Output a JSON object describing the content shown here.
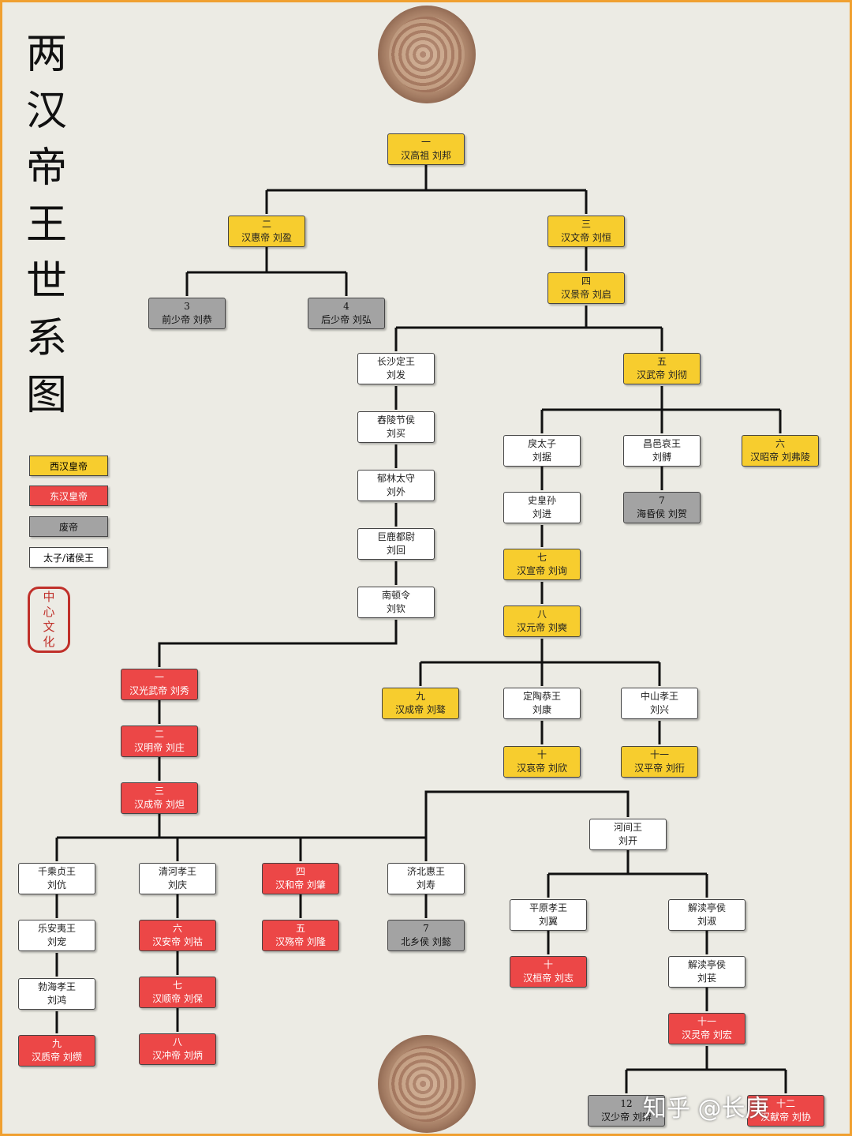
{
  "title": [
    "两",
    "汉",
    "帝",
    "王",
    "世",
    "系",
    "图"
  ],
  "legend": {
    "west": "西汉皇帝",
    "east": "东汉皇帝",
    "deposed": "废帝",
    "prince": "太子/诸侯王"
  },
  "seal": [
    "中",
    "心",
    "文",
    "化"
  ],
  "watermark": "知乎 @长庚",
  "colors": {
    "west": "#f7cd2e",
    "east": "#ec4747",
    "deposed": "#a3a3a3",
    "prince": "#ffffff",
    "border": "#f0a030"
  },
  "nodes": {
    "gaozu": {
      "rank": "一",
      "name": "汉高祖 刘邦"
    },
    "huidi": {
      "rank": "二",
      "name": "汉惠帝 刘盈"
    },
    "wendi": {
      "rank": "三",
      "name": "汉文帝 刘恒"
    },
    "qianshao": {
      "rank": "3",
      "name": "前少帝 刘恭"
    },
    "houshao": {
      "rank": "4",
      "name": "后少帝 刘弘"
    },
    "jingdi": {
      "rank": "四",
      "name": "汉景帝 刘启"
    },
    "changsha": {
      "line1": "长沙定王",
      "line2": "刘发"
    },
    "wudi": {
      "rank": "五",
      "name": "汉武帝 刘彻"
    },
    "chongling": {
      "line1": "舂陵节侯",
      "line2": "刘买"
    },
    "yulin": {
      "line1": "郁林太守",
      "line2": "刘外"
    },
    "julu": {
      "line1": "巨鹿都尉",
      "line2": "刘回"
    },
    "nandun": {
      "line1": "南顿令",
      "line2": "刘钦"
    },
    "litaizi": {
      "line1": "戾太子",
      "line2": "刘据"
    },
    "changyi": {
      "line1": "昌邑哀王",
      "line2": "刘髆"
    },
    "zhaodi": {
      "rank": "六",
      "name": "汉昭帝 刘弗陵"
    },
    "shihuangsun": {
      "line1": "史皇孙",
      "line2": "刘进"
    },
    "haihun": {
      "rank": "7",
      "name": "海昏侯 刘贺"
    },
    "xuandi": {
      "rank": "七",
      "name": "汉宣帝 刘询"
    },
    "yuandi": {
      "rank": "八",
      "name": "汉元帝 刘奭"
    },
    "guangwu": {
      "rank": "一",
      "name": "汉光武帝 刘秀"
    },
    "chengdi": {
      "rank": "九",
      "name": "汉成帝 刘骜"
    },
    "dingtao": {
      "line1": "定陶恭王",
      "line2": "刘康"
    },
    "zhongshan": {
      "line1": "中山孝王",
      "line2": "刘兴"
    },
    "mingdi": {
      "rank": "二",
      "name": "汉明帝 刘庄"
    },
    "aidi": {
      "rank": "十",
      "name": "汉哀帝 刘欣"
    },
    "pingdi": {
      "rank": "十一",
      "name": "汉平帝 刘衎"
    },
    "zhangdi": {
      "rank": "三",
      "name": "汉成帝 刘炟"
    },
    "hejian": {
      "line1": "河间王",
      "line2": "刘开"
    },
    "qiancheng": {
      "line1": "千乘贞王",
      "line2": "刘伉"
    },
    "qinghe": {
      "line1": "清河孝王",
      "line2": "刘庆"
    },
    "hedi": {
      "rank": "四",
      "name": "汉和帝 刘肇"
    },
    "jibei": {
      "line1": "济北惠王",
      "line2": "刘寿"
    },
    "pingyuan": {
      "line1": "平原孝王",
      "line2": "刘翼"
    },
    "jiedu1": {
      "line1": "解渎亭侯",
      "line2": "刘淑"
    },
    "lean": {
      "line1": "乐安夷王",
      "line2": "刘宠"
    },
    "andi": {
      "rank": "六",
      "name": "汉安帝 刘祜"
    },
    "shangdi": {
      "rank": "五",
      "name": "汉殇帝 刘隆"
    },
    "beixiang": {
      "rank": "7",
      "name": "北乡侯 刘懿"
    },
    "huandi": {
      "rank": "十",
      "name": "汉桓帝 刘志"
    },
    "jiedu2": {
      "line1": "解渎亭侯",
      "line2": "刘苌"
    },
    "bohai": {
      "line1": "勃海孝王",
      "line2": "刘鸿"
    },
    "shundi": {
      "rank": "七",
      "name": "汉顺帝 刘保"
    },
    "lingdi": {
      "rank": "十一",
      "name": "汉灵帝 刘宏"
    },
    "zhidi": {
      "rank": "九",
      "name": "汉质帝 刘缵"
    },
    "chongdi": {
      "rank": "八",
      "name": "汉冲帝 刘炳"
    },
    "shaodi": {
      "rank": "12",
      "name": "汉少帝 刘辩"
    },
    "xiandi": {
      "rank": "十二",
      "name": "汉献帝 刘协"
    }
  }
}
